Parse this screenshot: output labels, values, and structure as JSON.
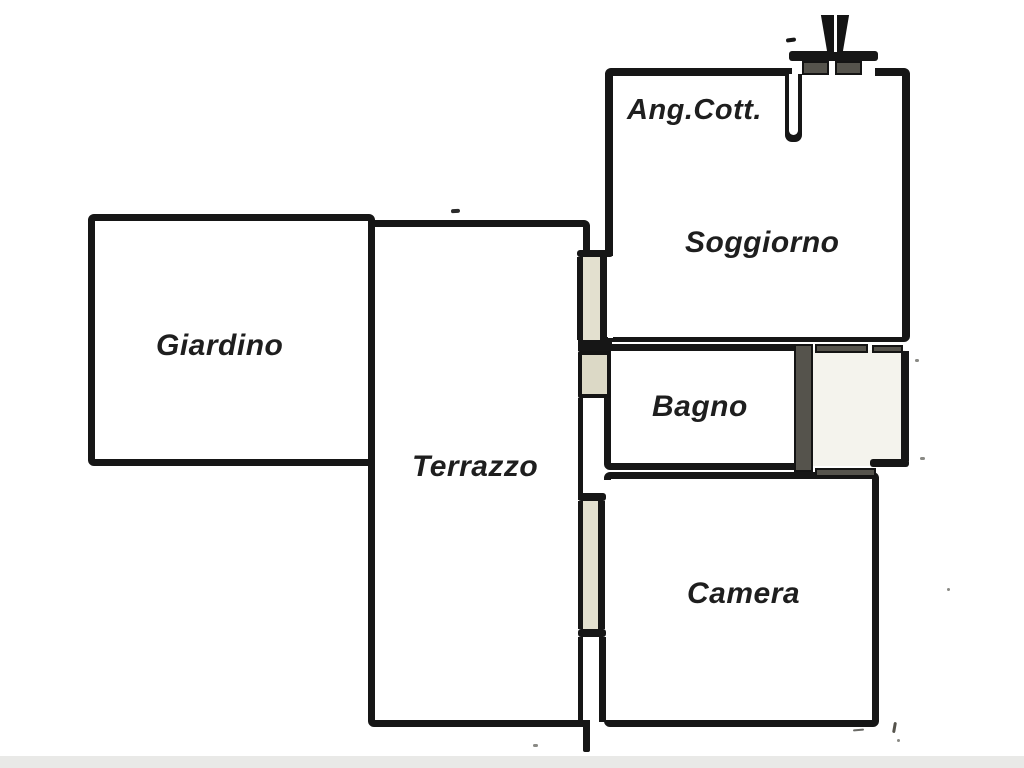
{
  "diagram": {
    "type": "floor-plan",
    "language": "italian",
    "rooms": [
      {
        "id": "giardino",
        "label": "Giardino"
      },
      {
        "id": "terrazzo",
        "label": "Terrazzo"
      },
      {
        "id": "ang_cott",
        "label": "Ang.Cott."
      },
      {
        "id": "soggiorno",
        "label": "Soggiorno"
      },
      {
        "id": "bagno",
        "label": "Bagno"
      },
      {
        "id": "camera",
        "label": "Camera"
      }
    ],
    "symbols": [
      {
        "id": "flue",
        "name": "chimney-flue-symbol"
      }
    ],
    "colors": {
      "wall": "#161616",
      "door_fill": "#e3e0cf",
      "dark_wall_fill": "#55534c",
      "closet_room_fill": "#f4f3ed",
      "background": "#ffffff",
      "footer_band": "#e9e9e7",
      "label_text": "#1e1e1e"
    }
  }
}
